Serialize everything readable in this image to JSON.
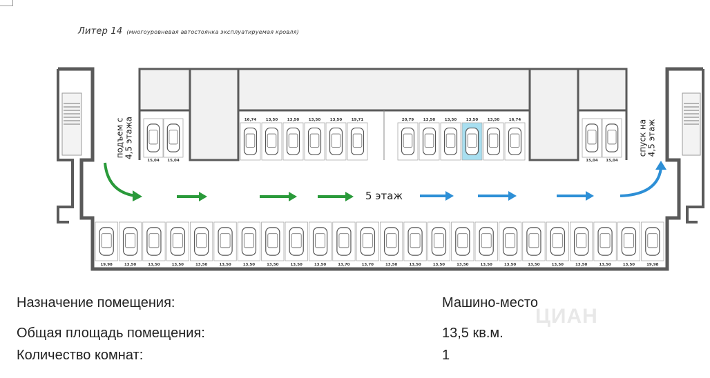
{
  "plan": {
    "title": "Литер 14",
    "subtitle": "(многоуровневая автостоянка эксплуатируемая кровля)",
    "ramp_up": "подъем с\n4,5 этажа",
    "ramp_down": "спуск на\n4,5 этаж",
    "floor_label": "5 этаж",
    "arrow_colors": {
      "green": "#2a9a3a",
      "blue": "#2d8fd6"
    },
    "highlight_color": "#a8dff0",
    "left_block_areas": [
      "15,04",
      "15,04"
    ],
    "right_block_areas": [
      "15,04",
      "15,04"
    ],
    "top_group_a_areas": [
      "16,74",
      "13,50",
      "13,50",
      "13,50",
      "13,50",
      "19,71"
    ],
    "top_group_b_areas": [
      "20,79",
      "13,50",
      "13,50",
      "13,50",
      "13,50",
      "16,74"
    ],
    "highlighted_space_index": 3,
    "bottom_row_areas": [
      "19,98",
      "13,50",
      "13,50",
      "13,50",
      "13,50",
      "13,50",
      "13,50",
      "13,50",
      "13,50",
      "13,50",
      "13,70",
      "13,70",
      "13,50",
      "13,50",
      "13,50",
      "13,50",
      "13,50",
      "13,50",
      "13,50",
      "13,50",
      "13,50",
      "13,50",
      "13,50",
      "19,98"
    ]
  },
  "info": {
    "rows": [
      {
        "label": "Назначение помещения:",
        "value": "Машино-место"
      },
      {
        "label": "Общая площадь помещения:",
        "value": "13,5 кв.м."
      },
      {
        "label": "Количество комнат:",
        "value": "1"
      }
    ]
  },
  "watermark": "ЦИАН"
}
